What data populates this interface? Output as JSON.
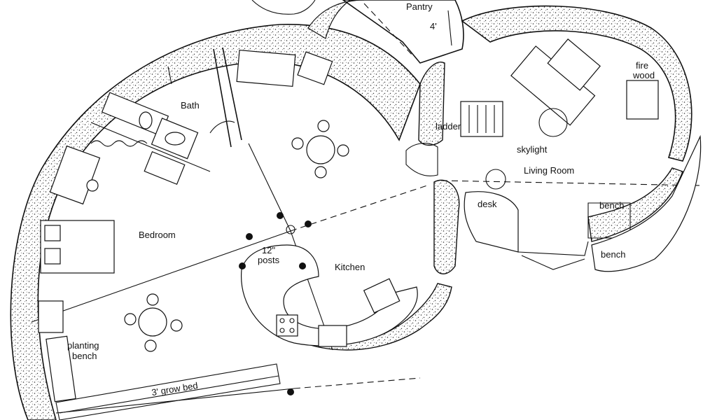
{
  "rooms": {
    "pantry": "Pantry",
    "bath": "Bath",
    "bedroom": "Bedroom",
    "kitchen": "Kitchen",
    "living_room": "Living  Room"
  },
  "labels": {
    "pantry_dim": "4'",
    "firewood_line1": "fire",
    "firewood_line2": "wood",
    "ladder": "ladder",
    "skylight": "skylight",
    "desk": "desk",
    "bench_inner": "bench",
    "bench_outer": "bench",
    "posts_line1": "12\"",
    "posts_line2": "posts",
    "planting_line1": "planting",
    "planting_line2": "bench",
    "grow_bed": "3'  grow  bed"
  }
}
